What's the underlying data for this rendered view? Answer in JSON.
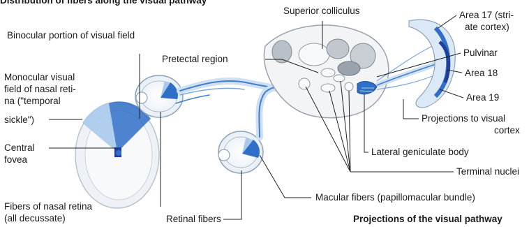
{
  "header": {
    "title": "Distribution of fibers along the visual pathway"
  },
  "labels": {
    "binocular": "Binocular portion of visual field",
    "monocular_1": "Monocular visual",
    "monocular_2": "field of nasal reti-",
    "monocular_3": "na (\"temporal",
    "monocular_4": "sickle\")",
    "central_1": "Central",
    "central_2": "fovea",
    "nasal_fibers_1": "Fibers of nasal retina",
    "nasal_fibers_2": "(all decussate)",
    "retinal_fibers": "Retinal fibers",
    "pretectal": "Pretectal region",
    "superior_colliculus": "Superior colliculus",
    "area17_1": "Area 17 (stri-",
    "area17_2": "ate cortex)",
    "pulvinar": "Pulvinar",
    "area18": "Area 18",
    "area19": "Area 19",
    "projections_1": "Projections to visual",
    "projections_2": "cortex",
    "lgb": "Lateral geniculate body",
    "terminal": "Terminal nuclei",
    "macular": "Macular fibers (papillomacular bundle)",
    "caption": "Projections of the visual pathway"
  },
  "colors": {
    "accent_blue": "#2f6fc7",
    "light_blue": "#a9c9ec",
    "pale_blue": "#dbe8f6",
    "gray": "#c9ced4",
    "line": "#222222"
  }
}
